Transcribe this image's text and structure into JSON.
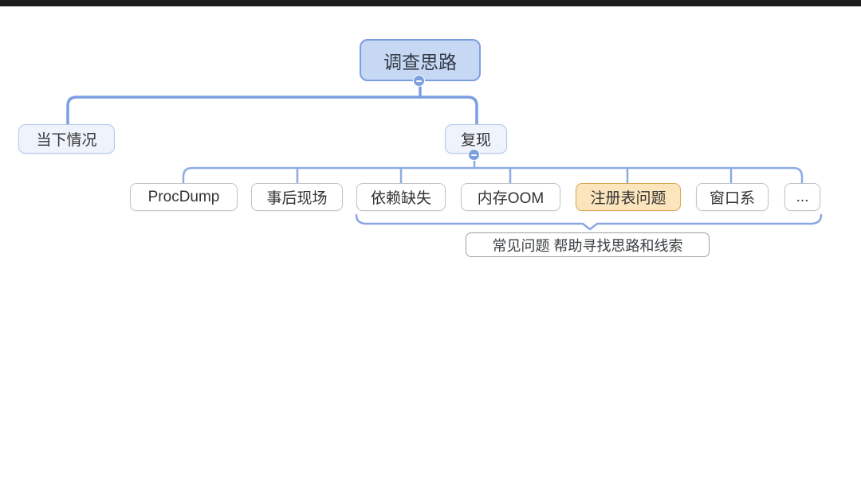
{
  "app": {
    "type": "mind-map-canvas",
    "top_bar_color": "#1d1d1d",
    "background_color": "#ffffff"
  },
  "colors": {
    "root_fill": "#c6d8f4",
    "root_border": "#7c9fe1",
    "branch_fill": "#eef3fc",
    "branch_border": "#b7c8ec",
    "leaf_fill": "#ffffff",
    "leaf_border": "#c4c4c4",
    "highlight_fill": "#fce5bc",
    "highlight_border": "#d9a74e",
    "connector_blue": "#7c9fe1",
    "connector_blue_light": "#8cabe5",
    "bracket_blue": "#8aa6e3",
    "text_dark": "#333333"
  },
  "mindmap": {
    "root": {
      "label": "调查思路",
      "collapsed": false
    },
    "children": [
      {
        "label": "当下情况"
      },
      {
        "label": "复现",
        "collapsed": false,
        "children": [
          {
            "label": "ProcDump",
            "highlighted": false
          },
          {
            "label": "事后现场",
            "highlighted": false
          },
          {
            "label": "依赖缺失",
            "highlighted": false
          },
          {
            "label": "内存OOM",
            "highlighted": false
          },
          {
            "label": "注册表问题",
            "highlighted": true
          },
          {
            "label": "窗口系",
            "highlighted": false
          },
          {
            "label": "...",
            "highlighted": false
          }
        ]
      }
    ],
    "summary": {
      "label": "常见问题 帮助寻找思路和线索",
      "spans": [
        "依赖缺失",
        "内存OOM",
        "注册表问题",
        "窗口系",
        "..."
      ]
    }
  }
}
